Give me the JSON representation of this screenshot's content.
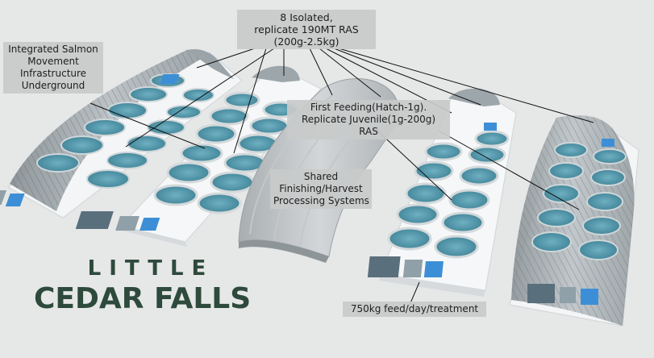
{
  "labels": {
    "isolated": [
      "8 Isolated,",
      "replicate 190MT RAS",
      "(200g-2.5kg)"
    ],
    "integrated": [
      "Integrated Salmon",
      "Movement",
      "Infrastructure",
      "Underground"
    ],
    "first_feeding": [
      "First Feeding(Hatch-1g).",
      "Replicate Juvenile(1g-200g)",
      "RAS"
    ],
    "shared": [
      "Shared",
      "Finishing/Harvest",
      "Processing Systems"
    ],
    "feed": "750kg feed/day/treatment"
  },
  "logo": {
    "line1": "LITTLE",
    "line2": "CEDAR FALLS"
  },
  "colors": {
    "background": "#e6e7e7",
    "label_bg": "#c8caca",
    "logo": "#2d4a3c",
    "tank_water": "#4e8ea0",
    "tank_wall": "#c8cdcf",
    "hoop_structure": "#9aa3a8",
    "slab": "#f2f4f5",
    "filter_unit": "#5a6f7c",
    "blue_unit": "#3c8fd6"
  }
}
